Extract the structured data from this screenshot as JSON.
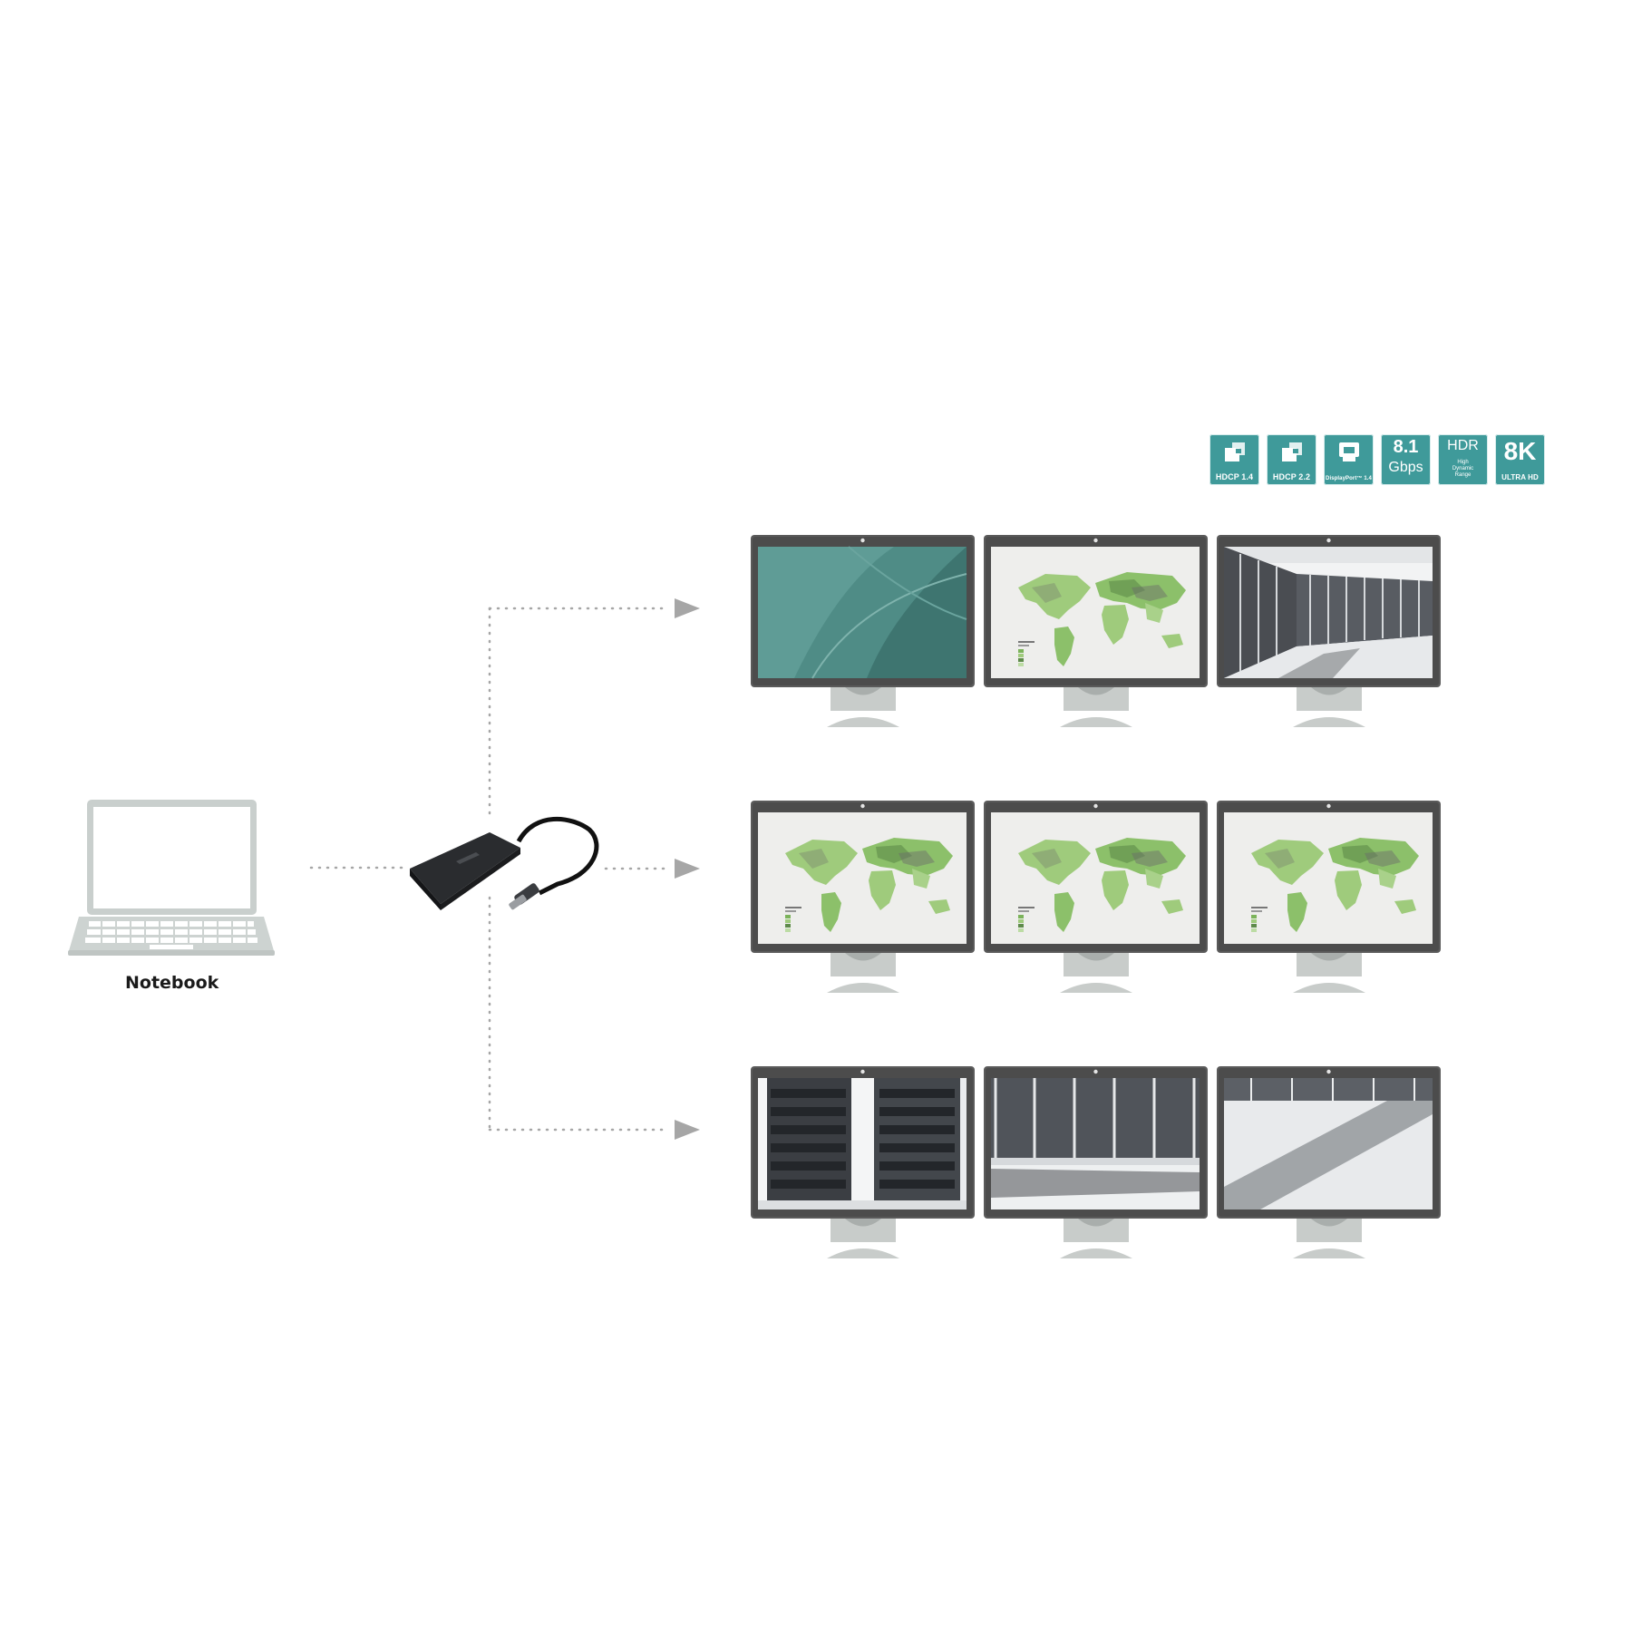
{
  "badges": [
    {
      "label": "HDCP 1.4",
      "icon": "shield-lock-icon"
    },
    {
      "label": "HDCP 2.2",
      "icon": "shield-lock-icon"
    },
    {
      "label": "DisplayPort™ 1.4",
      "icon": "displayport-icon"
    },
    {
      "label_top": "8.1",
      "label_bottom": "Gbps"
    },
    {
      "label_top": "HDR",
      "sub1": "High",
      "sub2": "Dynamic",
      "sub3": "Range"
    },
    {
      "label_top": "8K",
      "label_bottom": "ULTRA HD"
    }
  ],
  "source": {
    "label": "Notebook",
    "icon": "laptop-icon"
  },
  "adapter": {
    "icon": "usb-c-hub-icon"
  },
  "monitors": [
    [
      "wallpaper",
      "world-map",
      "server-room"
    ],
    [
      "world-map",
      "world-map",
      "world-map"
    ],
    [
      "server-rack-closeup",
      "server-aisle",
      "server-floor"
    ]
  ],
  "colors": {
    "badge": "#3f9a9a",
    "monitor_frame": "#5a5a5a",
    "stand": "#c8ccca",
    "laptop": "#c9cfcd",
    "arrow": "#a6a6a6",
    "map_green": "#8cc06a"
  }
}
